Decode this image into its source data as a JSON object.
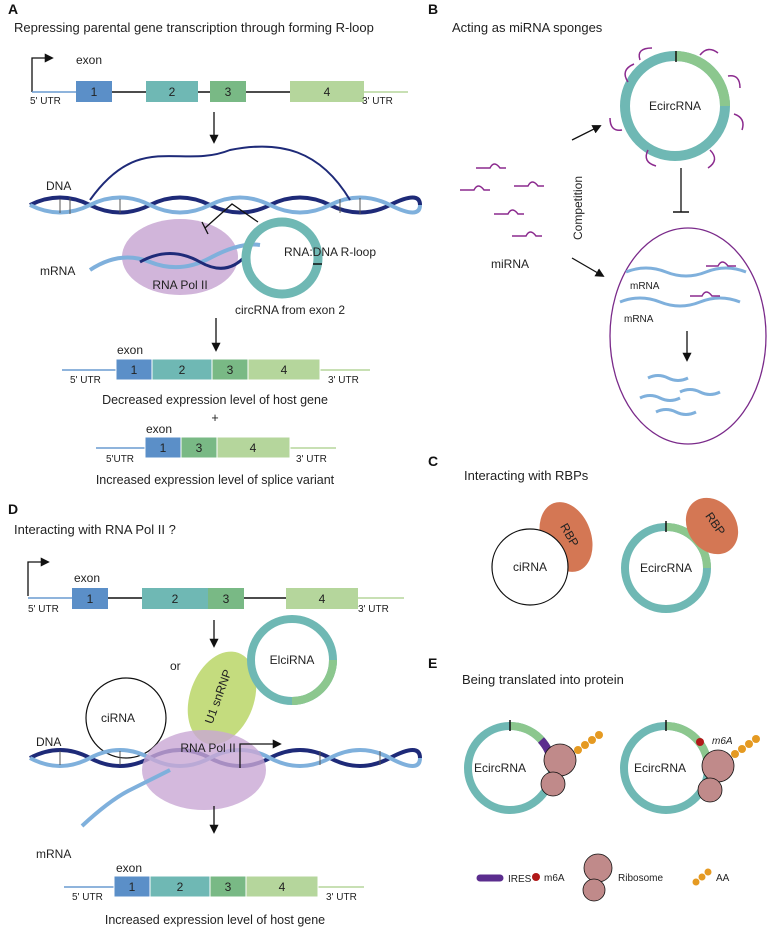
{
  "panel_a": {
    "letter": "A",
    "title": "Repressing parental gene transcription through forming R-loop",
    "exon_word": "exon",
    "exons": [
      "1",
      "2",
      "3",
      "4"
    ],
    "utr5": "5' UTR",
    "utr3": "3' UTR",
    "dna": "DNA",
    "mrna": "mRNA",
    "pol": "RNA Pol II",
    "rloop": "RNA:DNA R-loop",
    "circ_label": "circRNA from exon 2",
    "row2_exon_word": "exon",
    "row2_exons": [
      "1",
      "2",
      "3",
      "4"
    ],
    "row2_utr5": "5' UTR",
    "row2_utr3": "3' UTR",
    "caption1": "Decreased expression level of host gene",
    "plus": "+",
    "row3_exon_word": "exon",
    "row3_exons": [
      "1",
      "3",
      "4"
    ],
    "row3_utr5": "5'UTR",
    "row3_utr3": "3' UTR",
    "caption2": "Increased expression level of splice variant"
  },
  "panel_b": {
    "letter": "B",
    "title": "Acting as miRNA sponges",
    "ecirc": "EcircRNA",
    "mirna": "miRNA",
    "competition": "Competition",
    "mrna1": "mRNA",
    "mrna2": "mRNA"
  },
  "panel_c": {
    "letter": "C",
    "title": "Interacting with RBPs",
    "cirna": "ciRNA",
    "rbp1": "RBP",
    "ecirc": "EcircRNA",
    "rbp2": "RBP"
  },
  "panel_d": {
    "letter": "D",
    "title": "Interacting with RNA Pol II ?",
    "exon_word": "exon",
    "exons": [
      "1",
      "2",
      "3",
      "4"
    ],
    "utr5": "5' UTR",
    "utr3": "3' UTR",
    "cirna": "ciRNA",
    "or": "or",
    "snrnp": "U1 snRNP",
    "elci": "ElciRNA",
    "dna": "DNA",
    "pol": "RNA Pol II",
    "mrna": "mRNA",
    "row2_exon_word": "exon",
    "row2_exons": [
      "1",
      "2",
      "3",
      "4"
    ],
    "row2_utr5": "5' UTR",
    "row2_utr3": "3' UTR",
    "caption": "Increased expression level of host gene"
  },
  "panel_e": {
    "letter": "E",
    "title": "Being translated into protein",
    "ecirc1": "EcircRNA",
    "ecirc2": "EcircRNA",
    "m6a_tag": "m6A",
    "legend_ires": "IRES",
    "legend_m6a": "m6A",
    "legend_ribosome": "Ribosome",
    "legend_aa": "AA"
  },
  "colors": {
    "exon1": "#5b8fc8",
    "exon2": "#6fb8b4",
    "exon3": "#79b985",
    "exon4": "#b5d69c",
    "dna_dark": "#1e2a78",
    "dna_light": "#7fb0dc",
    "pol": "#c9a8d4",
    "circ_teal": "#6fb8b4",
    "circ_green": "#8cc78e",
    "mirna": "#8b2a8e",
    "rbp": "#d47754",
    "ribosome": "#c08a8a",
    "ires": "#5b2d8e",
    "m6a": "#b01818",
    "aa": "#e59a22"
  }
}
